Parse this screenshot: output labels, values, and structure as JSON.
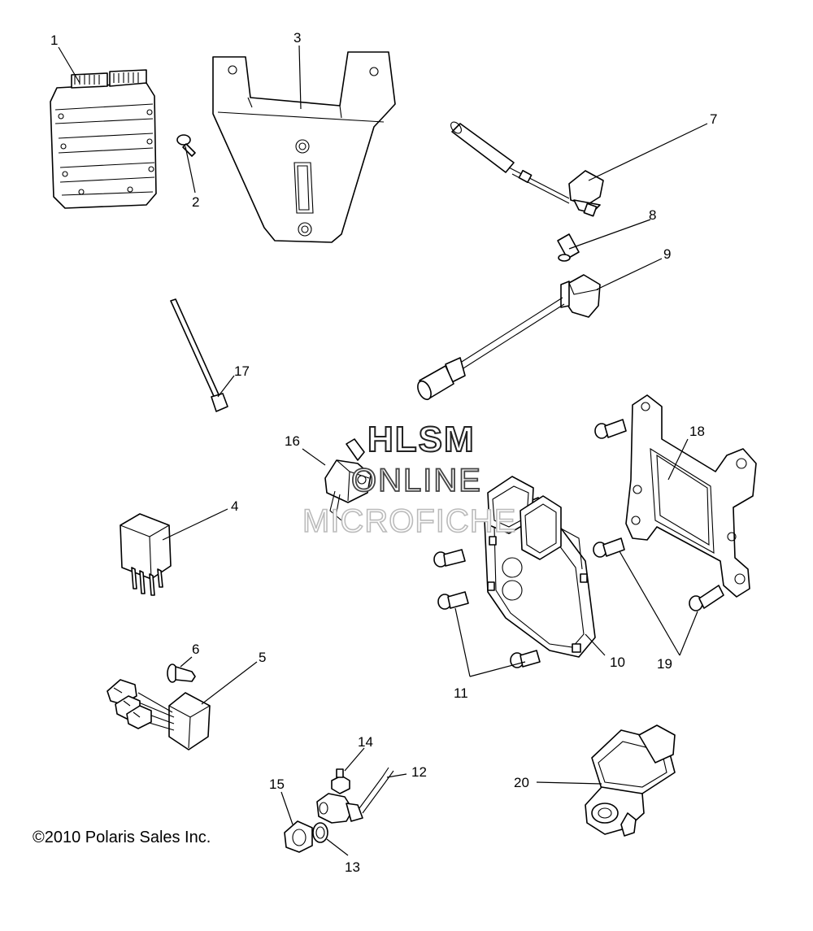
{
  "diagram": {
    "callouts": {
      "c1": "1",
      "c2": "2",
      "c3": "3",
      "c4": "4",
      "c5": "5",
      "c6": "6",
      "c7": "7",
      "c8": "8",
      "c9": "9",
      "c10": "10",
      "c11": "11",
      "c12": "12",
      "c13": "13",
      "c14": "14",
      "c15": "15",
      "c16": "16",
      "c17": "17",
      "c18": "18",
      "c19": "19",
      "c20": "20"
    },
    "watermark": {
      "line1": "HLSM",
      "line2": "ONLINE",
      "line3": "MICROFICHE"
    },
    "copyright": "©2010 Polaris Sales Inc."
  }
}
